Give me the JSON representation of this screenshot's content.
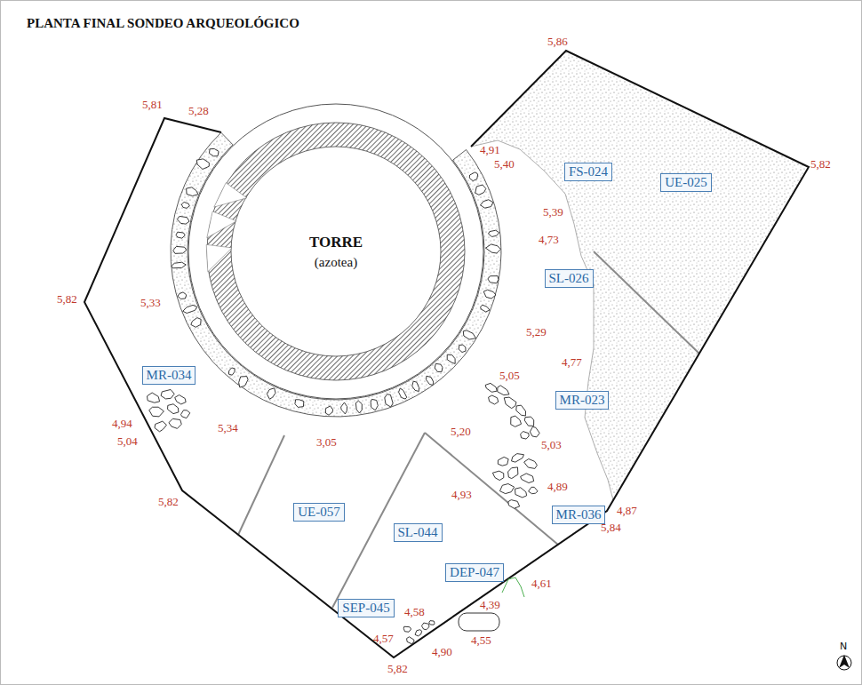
{
  "diagram": {
    "title": "PLANTA FINAL SONDEO ARQUEOLÓGICO",
    "nodes": [
      {
        "text": [
          "TORRE",
          "(azotea)"
        ]
      },
      {
        "text": [
          "FS-024"
        ]
      },
      {
        "text": [
          "UE-025"
        ]
      },
      {
        "text": [
          "SL-026"
        ]
      },
      {
        "text": [
          "MR-034"
        ]
      },
      {
        "text": [
          "MR-023"
        ]
      },
      {
        "text": [
          "UE-057"
        ]
      },
      {
        "text": [
          "SL-044"
        ]
      },
      {
        "text": [
          "MR-036"
        ]
      },
      {
        "text": [
          "DEP-047"
        ]
      },
      {
        "text": [
          "SEP-045"
        ]
      }
    ],
    "labels": [
      "5,86",
      "4,91",
      "5,40",
      "5,81",
      "5,28",
      "5,82",
      "5,39",
      "4,73",
      "5,82",
      "5,33",
      "5,29",
      "4,77",
      "5,05",
      "4,94",
      "5,04",
      "5,34",
      "5,20",
      "3,05",
      "5,03",
      "4,89",
      "4,93",
      "5,82",
      "4,87",
      "5,84",
      "4,61",
      "4,39",
      "4,58",
      "4,55",
      "4,57",
      "4,90",
      "5,82",
      "N"
    ]
  }
}
